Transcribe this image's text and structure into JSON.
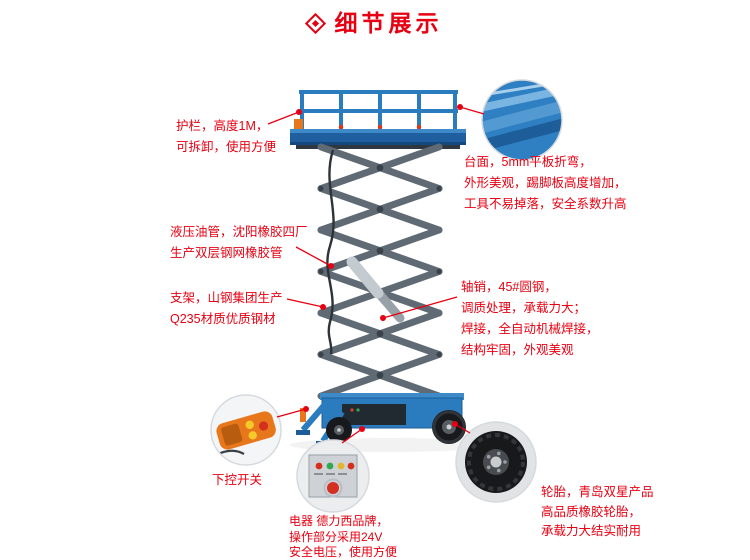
{
  "header": {
    "icon": "diamond-icon",
    "title": "细节展示"
  },
  "palette": {
    "accent_red": "#e60012",
    "machine_blue": "#2b7cbe",
    "arm_gray": "#5f6a74",
    "remote_orange": "#e8761b"
  },
  "callouts": {
    "guardrail": {
      "lines": [
        "护栏，高度1M，",
        "可拆卸，使用方便"
      ]
    },
    "platform": {
      "lines": [
        "台面，5mm平板折弯，",
        "外形美观，踢脚板高度增加，",
        "工具不易掉落，安全系数升高"
      ]
    },
    "hose": {
      "lines": [
        "液压油管，沈阳橡胶四厂",
        "生产双层钢网橡胶管"
      ]
    },
    "frame": {
      "lines": [
        "支架，山钢集团生产",
        "Q235材质优质钢材"
      ]
    },
    "pin": {
      "lines": [
        "轴销，45#圆钢，",
        "调质处理，承载力大；",
        "焊接，全自动机械焊接，",
        "结构牢固，外观美观"
      ]
    },
    "remote": {
      "label": "下控开关"
    },
    "electric": {
      "lines": [
        "电器 德力西品牌，",
        "操作部分采用24V",
        "安全电压，使用方便"
      ]
    },
    "tire": {
      "lines": [
        "轮胎，青岛双星产品",
        "高品质橡胶轮胎，",
        "承载力大结实耐用"
      ]
    }
  }
}
